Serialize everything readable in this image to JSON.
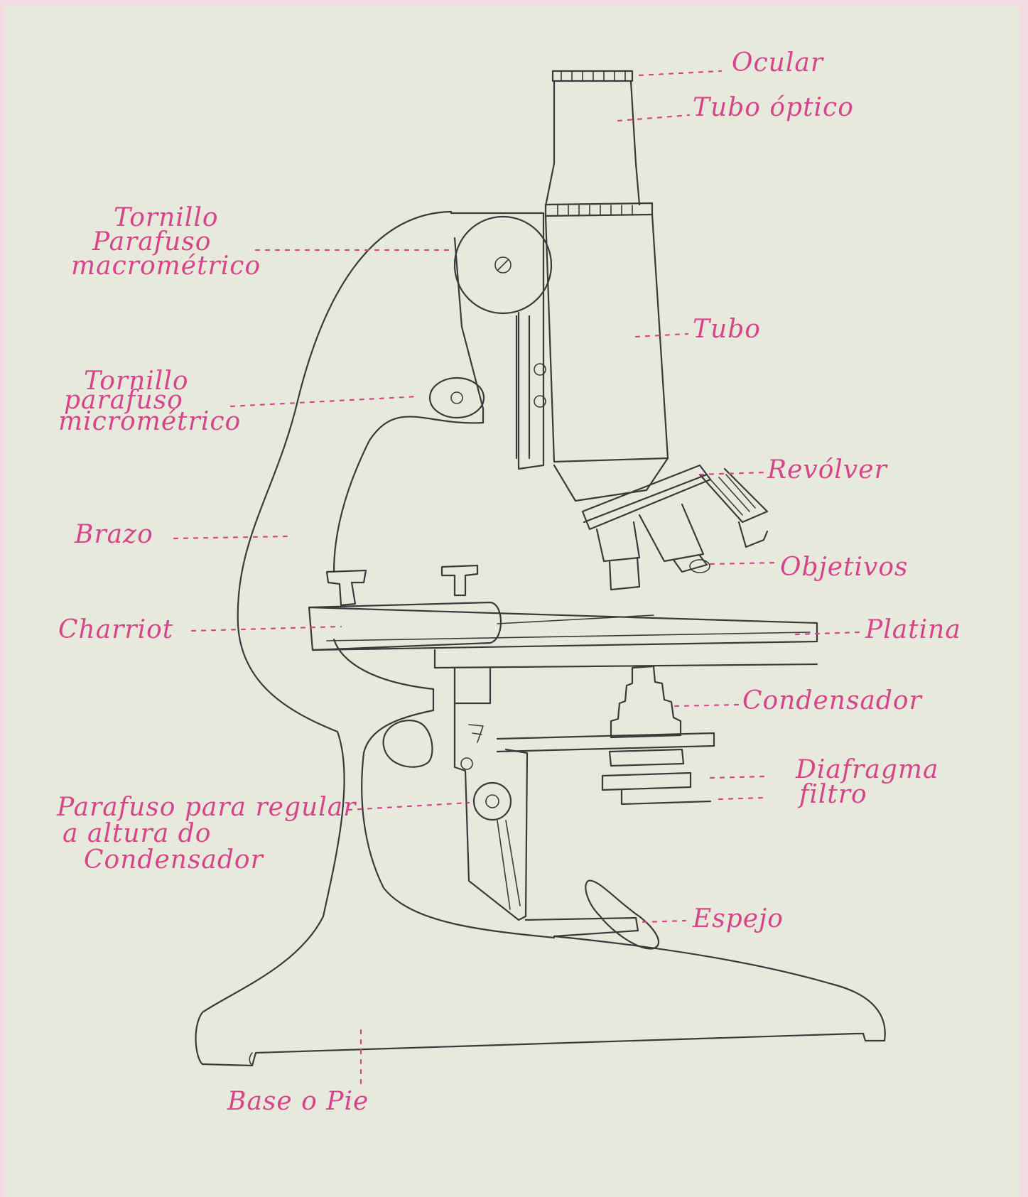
{
  "diagram": {
    "ink_color": "#3a3a3a",
    "label_color": "#d8448a",
    "labels": {
      "ocular": "Ocular",
      "tubo_optico": "Tubo óptico",
      "tornillo_macro_1": "Tornillo",
      "tornillo_macro_2": "Parafuso",
      "tornillo_macro_3": "macrométrico",
      "tubo": "Tubo",
      "tornillo_micro_1": "Tornillo",
      "tornillo_micro_2": "parafuso",
      "tornillo_micro_3": "micrométrico",
      "revolver": "Revólver",
      "brazo": "Brazo",
      "objetivos": "Objetivos",
      "charriot": "Charriot",
      "platina": "Platina",
      "condensador": "Condensador",
      "diafragma": "Diafragma",
      "filtro": "filtro",
      "regulador_1": "Parafuso para  regular",
      "regulador_2": "a  altura do",
      "regulador_3": "Condensador",
      "espejo": "Espejo",
      "base": "Base o Pie"
    }
  }
}
